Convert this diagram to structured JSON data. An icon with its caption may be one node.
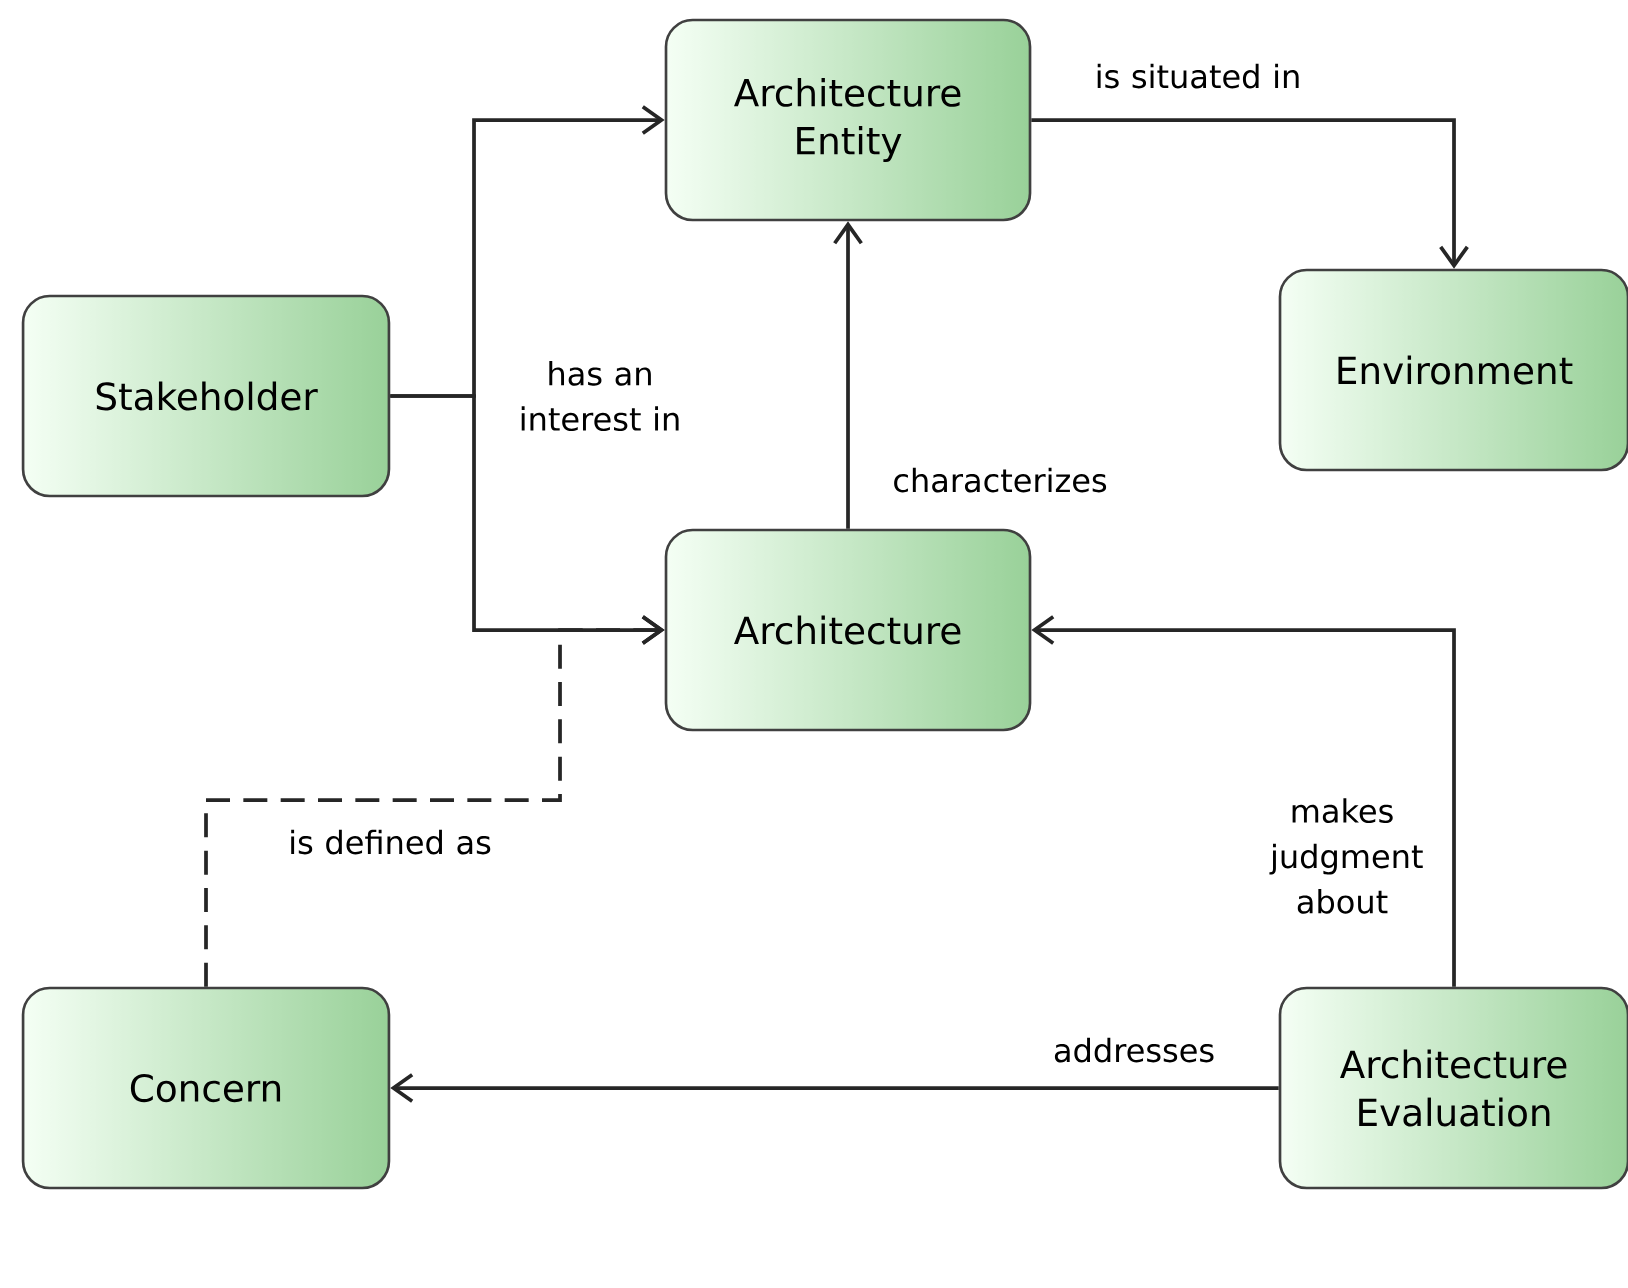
{
  "diagram": {
    "nodes": [
      {
        "text": [
          "Architecture Entity"
        ]
      },
      {
        "text": [
          "Environment"
        ]
      },
      {
        "text": [
          "Stakeholder"
        ]
      },
      {
        "text": [
          "Architecture"
        ]
      },
      {
        "text": [
          "Concern"
        ]
      },
      {
        "text": [
          "Architecture Evaluation"
        ]
      }
    ],
    "edges": [
      {
        "from": 2,
        "to": 0,
        "arrow": "to",
        "label": "has an interest in"
      },
      {
        "from": 0,
        "to": 1,
        "arrow": "to",
        "label": "is situated in"
      },
      {
        "from": 2,
        "to": 3,
        "arrow": "to"
      },
      {
        "from": 3,
        "to": 0,
        "arrow": "to",
        "label": "characterizes"
      },
      {
        "from": 4,
        "to": 3,
        "arrow": "to",
        "label": "is defined as",
        "style": "dashed"
      },
      {
        "from": 5,
        "to": 3,
        "arrow": "to",
        "label": "makes judgment about"
      },
      {
        "from": 5,
        "to": 4,
        "arrow": "to",
        "label": "addresses"
      }
    ]
  }
}
